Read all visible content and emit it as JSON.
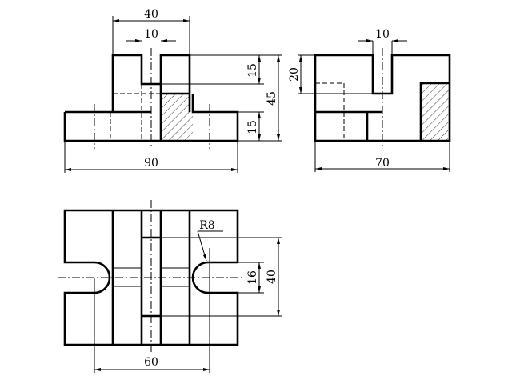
{
  "front_view": {
    "dim_width_upper": "40",
    "dim_slot": "10",
    "dim_slot_depth": "15",
    "dim_base_height": "15",
    "dim_total_height": "45",
    "dim_total_width": "90"
  },
  "side_view": {
    "dim_slot": "10",
    "dim_slot_depth": "20",
    "dim_total_width": "70"
  },
  "top_view": {
    "dim_radius": "R8",
    "dim_notch": "16",
    "dim_inner": "40",
    "dim_centers": "60"
  }
}
